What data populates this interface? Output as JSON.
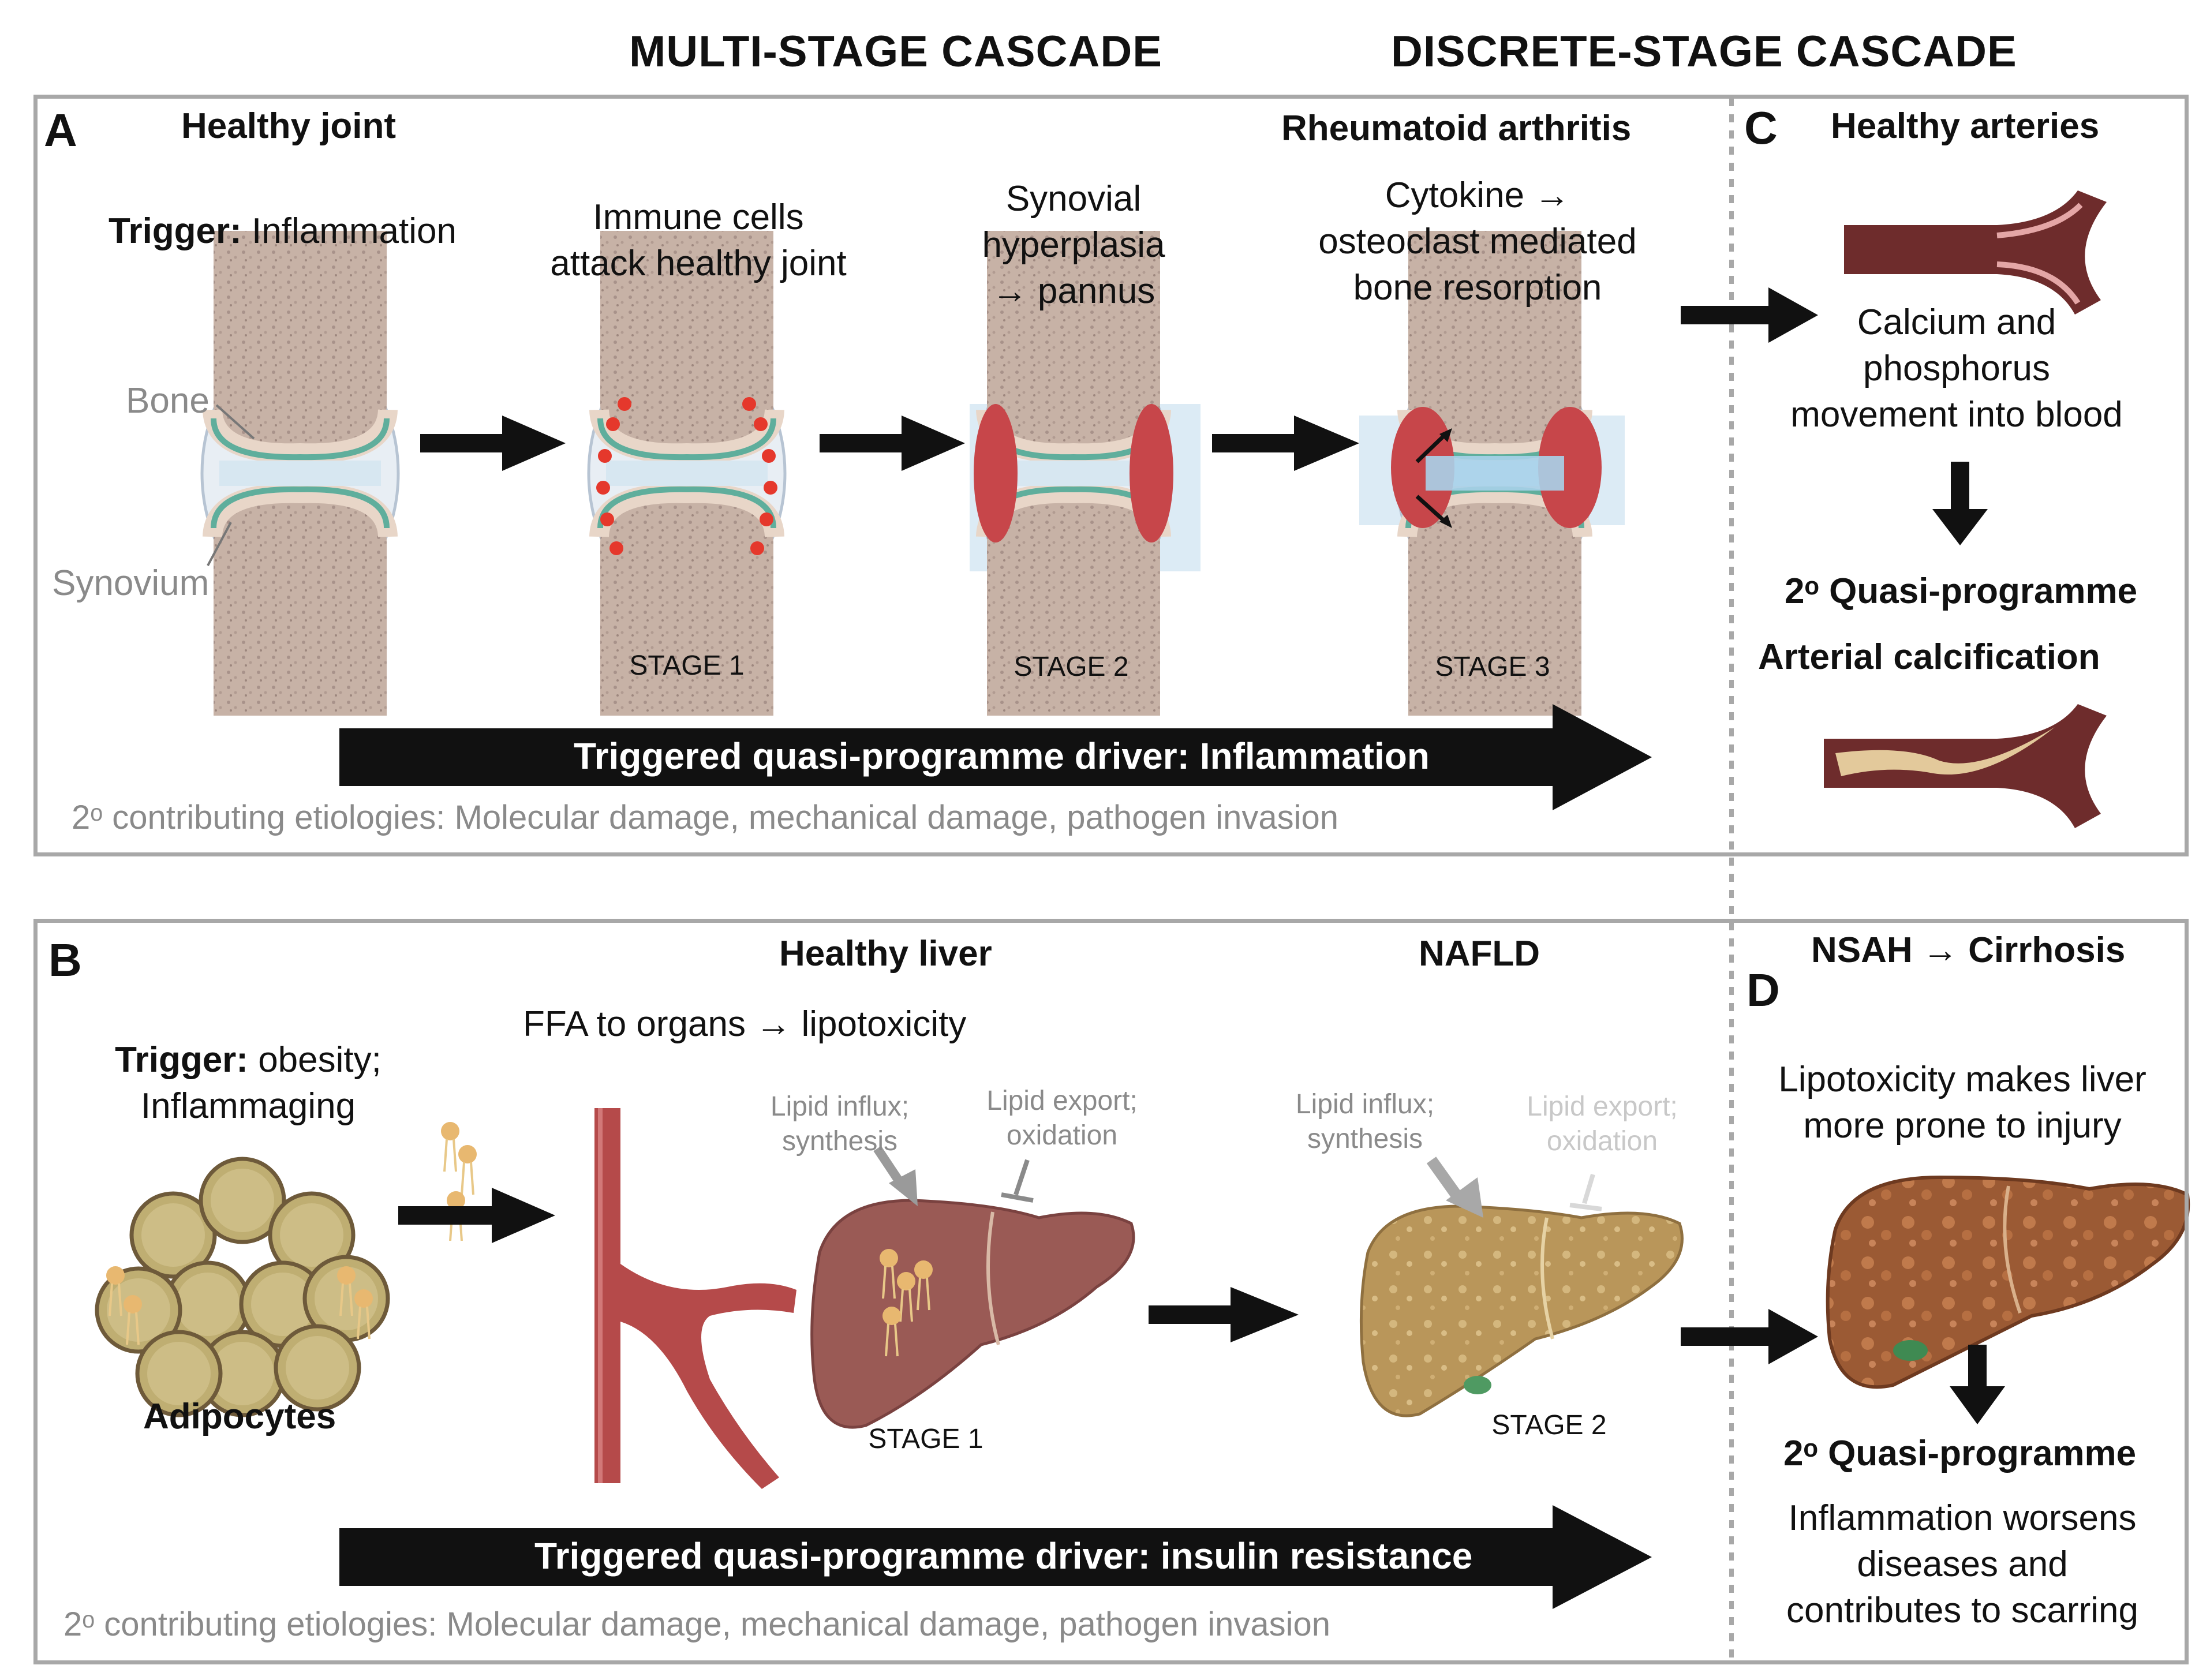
{
  "headers": {
    "multi": "MULTI-STAGE CASCADE",
    "discrete": "DISCRETE-STAGE CASCADE"
  },
  "panel_a": {
    "label": "A",
    "title_left": "Healthy joint",
    "title_right": "Rheumatoid arthritis",
    "trigger_bold": "Trigger:",
    "trigger_text": "Inflammation",
    "bone_label": "Bone",
    "synovium_label": "Synovium",
    "step1_line1": "Immune  cells",
    "step1_line2": "attack healthy joint",
    "step2_line1": "Synovial",
    "step2_line2": "hyperplasia",
    "step2_line3": "→ pannus",
    "step3_line1": "Cytokine →",
    "step3_line2": "osteoclast mediated",
    "step3_line3": "bone resorption",
    "stage1": "STAGE  1",
    "stage2": "STAGE  2",
    "stage3": "STAGE  3",
    "driver": "Triggered quasi-programme driver: Inflammation",
    "etiologies": "2ᵒ contributing etiologies: Molecular damage, mechanical damage, pathogen invasion"
  },
  "panel_b": {
    "label": "B",
    "title_left": "Healthy liver",
    "title_right": "NAFLD",
    "trigger_bold": "Trigger:",
    "trigger_text": "obesity;",
    "trigger_line2": "Inflammaging",
    "adipocytes": "Adipocytes",
    "ffa": "FFA to organs → lipotoxicity",
    "influx_line1": "Lipid influx;",
    "influx_line2": "synthesis",
    "export_line1": "Lipid export;",
    "export_line2": "oxidation",
    "stage1": "STAGE  1",
    "stage2": "STAGE  2",
    "driver": "Triggered quasi-programme driver: insulin resistance",
    "etiologies": "2ᵒ contributing etiologies: Molecular damage, mechanical damage, pathogen invasion"
  },
  "panel_c": {
    "label": "C",
    "title": "Healthy arteries",
    "text_line1": "Calcium and",
    "text_line2": "phosphorus",
    "text_line3": "movement into blood",
    "quasi": "2ᵒ Quasi-programme",
    "outcome": "Arterial  calcification"
  },
  "panel_d": {
    "label": "D",
    "title": "NSAH → Cirrhosis",
    "text_line1": "Lipotoxicity makes liver",
    "text_line2": "more prone to injury",
    "quasi": "2ᵒ Quasi-programme",
    "out_line1": "Inflammation  worsens",
    "out_line2": "diseases and",
    "out_line3": "contributes to scarring"
  },
  "colors": {
    "panel_border": "#a8a8a8",
    "bone": "#c7b2a6",
    "cartilage": "#5fae9c",
    "synovial_fluid": "#d7e7f1",
    "immune_cell": "#e5382c",
    "artery": "#6e2c2c",
    "healthy_liver": "#9a5a55",
    "fatty_liver": "#b9965a",
    "cirrhotic_liver": "#9b5a34",
    "adipocyte": "#bfae72"
  }
}
